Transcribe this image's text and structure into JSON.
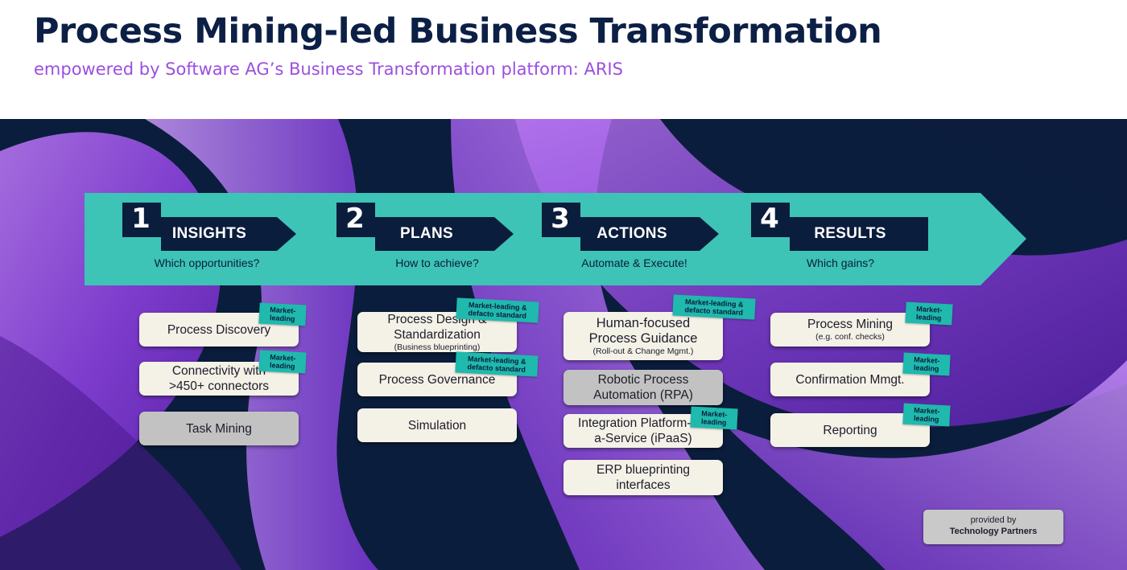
{
  "header": {
    "title": "Process Mining-led Business Transformation",
    "subtitle": "empowered by Software AG’s Business Transformation platform: ARIS"
  },
  "colors": {
    "navy": "#0b1d3c",
    "teal": "#3ec3b7",
    "badge_teal": "#1fb9ad",
    "purple": "#9b4fe0",
    "card": "#f4f1e7",
    "card_gray": "#c2c2c2"
  },
  "steps": [
    {
      "number": "1",
      "title": "INSIGHTS",
      "subtitle": "Which opportunities?"
    },
    {
      "number": "2",
      "title": "PLANS",
      "subtitle": "How to achieve?"
    },
    {
      "number": "3",
      "title": "ACTIONS",
      "subtitle": "Automate & Execute!"
    },
    {
      "number": "4",
      "title": "RESULTS",
      "subtitle": "Which gains?"
    }
  ],
  "columns": {
    "insights": [
      {
        "label": "Process Discovery",
        "badge": "Market-\nleading"
      },
      {
        "label": "Connectivity with\n>450+ connectors",
        "badge": "Market-\nleading"
      },
      {
        "label": "Task Mining"
      }
    ],
    "plans": [
      {
        "label": "Process Design &\nStandardization",
        "note": "(Business blueprinting)",
        "badge": "Market-leading &\ndefacto standard"
      },
      {
        "label": "Process Governance",
        "badge": "Market-leading &\ndefacto standard"
      },
      {
        "label": "Simulation"
      }
    ],
    "actions": [
      {
        "label": "Human-focused\nProcess Guidance",
        "note": "(Roll-out & Change Mgmt.)",
        "badge": "Market-leading &\ndefacto standard"
      },
      {
        "label": "Robotic Process\nAutomation (RPA)"
      },
      {
        "label": "Integration Platform-as-\na-Service (iPaaS)",
        "badge": "Market-\nleading"
      },
      {
        "label": "ERP blueprinting\ninterfaces"
      }
    ],
    "results": [
      {
        "label": "Process Mining",
        "note": "(e.g. conf. checks)",
        "badge": "Market-\nleading"
      },
      {
        "label": "Confirmation Mmgt.",
        "badge": "Market-\nleading"
      },
      {
        "label": "Reporting",
        "badge": "Market-\nleading"
      }
    ]
  },
  "footer": {
    "provided_line1": "provided by",
    "provided_line2": "Technology Partners"
  }
}
